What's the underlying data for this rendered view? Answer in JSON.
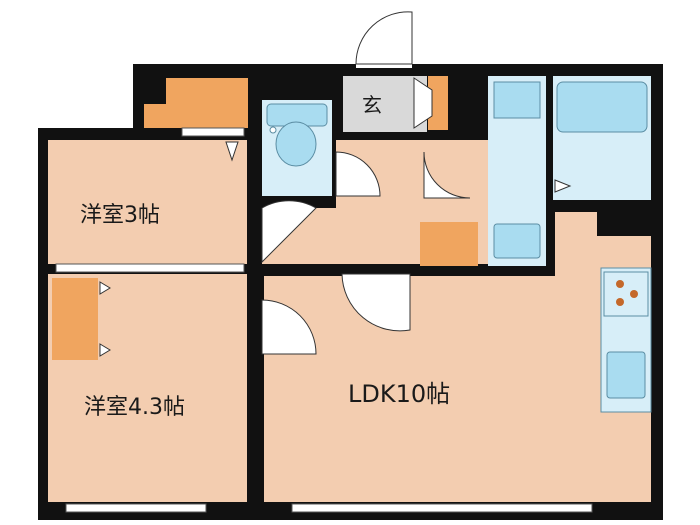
{
  "rooms": {
    "western_room_1": "洋室3帖",
    "western_room_2": "洋室4.3帖",
    "ldk": "LDK10帖",
    "entrance": "玄"
  },
  "colors": {
    "floor": "#f3cdb0",
    "wall": "#111111",
    "storage": "#f0a55f",
    "fixture_blue": "#a9dcf0",
    "fixture_bg": "#d7eef8",
    "entrance_floor": "#d9d9d9"
  }
}
